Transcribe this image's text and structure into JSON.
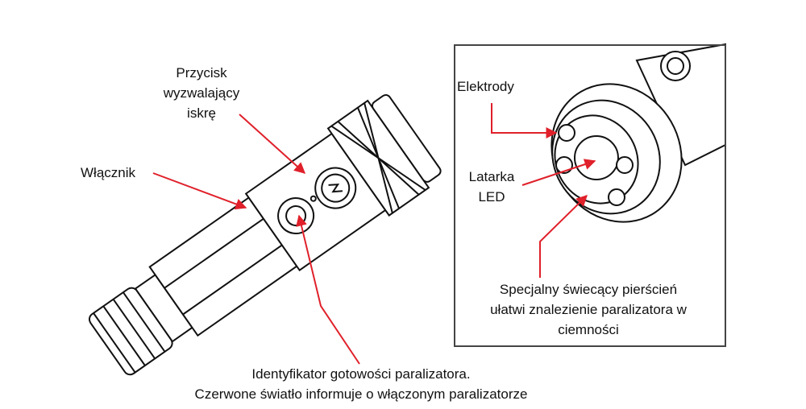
{
  "left": {
    "trigger_label": [
      "Przycisk",
      "wyzwalający",
      "iskrę"
    ],
    "switch_label": "Włącznik",
    "indicator_label": [
      "Identyfikator gotowości paralizatora.",
      "Czerwone światło informuje o włączonym paralizatorze"
    ]
  },
  "inset": {
    "electrodes_label": "Elektrody",
    "led_label": [
      "Latarka",
      "LED"
    ],
    "ring_label": [
      "Specjalny świecący pierścień",
      "ułatwi znalezienie paralizatora w",
      "ciemności"
    ]
  },
  "colors": {
    "arrow": "#e0202a",
    "line": "#111111"
  }
}
